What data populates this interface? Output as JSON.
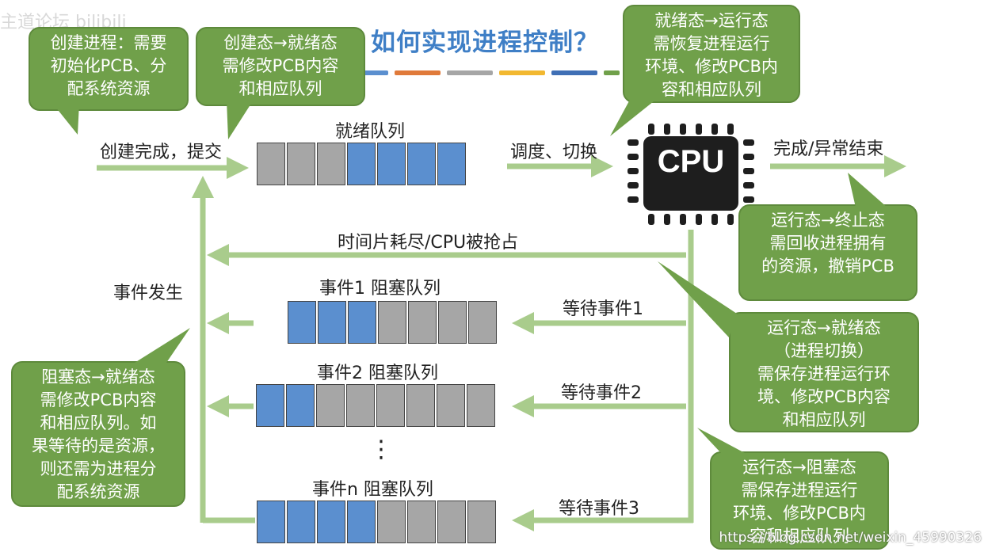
{
  "watermark": "主道论坛 bilibili",
  "title": "如何实现进程控制？",
  "colors": {
    "callout_green": "#70a04a",
    "arrow_green": "#a9cc8c",
    "queue_blue": "#5b8fcf",
    "queue_gray": "#a6a6a6",
    "title_blue": "#3f7fc6",
    "bar_colors": [
      "#5b8fcf",
      "#e07a3a",
      "#a6a6a6",
      "#f2b830",
      "#3f6fb5",
      "#70a04a"
    ]
  },
  "labels": {
    "create_submit": "创建完成，提交",
    "ready_queue": "就绪队列",
    "dispatch": "调度、切换",
    "finish": "完成/异常结束",
    "timeslice": "时间片耗尽/CPU被抢占",
    "event_happen": "事件发生",
    "block_queue_1": "事件1 阻塞队列",
    "block_queue_2": "事件2 阻塞队列",
    "block_queue_n": "事件n 阻塞队列",
    "wait_1": "等待事件1",
    "wait_2": "等待事件2",
    "wait_3": "等待事件3",
    "dots": "⋮",
    "cpu": "CPU"
  },
  "callouts": {
    "create": [
      "创建进程：需要",
      "初始化PCB、分",
      "配系统资源"
    ],
    "create_ready": [
      "创建态→就绪态",
      "需修改PCB内容",
      "和相应队列"
    ],
    "ready_run": [
      "就绪态→运行态",
      "需恢复进程运行",
      "环境、修改PCB内",
      "容和相应队列"
    ],
    "run_terminate": [
      "运行态→终止态",
      "需回收进程拥有",
      "的资源，撤销PCB"
    ],
    "run_ready": [
      "运行态→就绪态",
      "（进程切换）",
      "需保存进程运行环",
      "境、修改PCB内容",
      "和相应队列"
    ],
    "block_ready": [
      "阻塞态→就绪态",
      "需修改PCB内容",
      "和相应队列。如",
      "果等待的是资源，",
      "则还需为进程分",
      "配系统资源"
    ],
    "run_block": [
      "运行态→阻塞态",
      "需保存进程运行",
      "环境、修改PCB内",
      "容和相应队列"
    ]
  },
  "queues": {
    "ready": [
      "gray",
      "gray",
      "gray",
      "blue",
      "blue",
      "blue",
      "blue"
    ],
    "block1": [
      "blue",
      "blue",
      "blue",
      "gray",
      "gray",
      "gray",
      "gray"
    ],
    "block2": [
      "blue",
      "blue",
      "gray",
      "gray",
      "gray",
      "gray",
      "gray",
      "gray"
    ],
    "blockn": [
      "blue",
      "blue",
      "blue",
      "blue",
      "gray",
      "gray",
      "gray",
      "gray"
    ]
  },
  "url_text": "https://blog.csdn.net/weixin_45990326"
}
